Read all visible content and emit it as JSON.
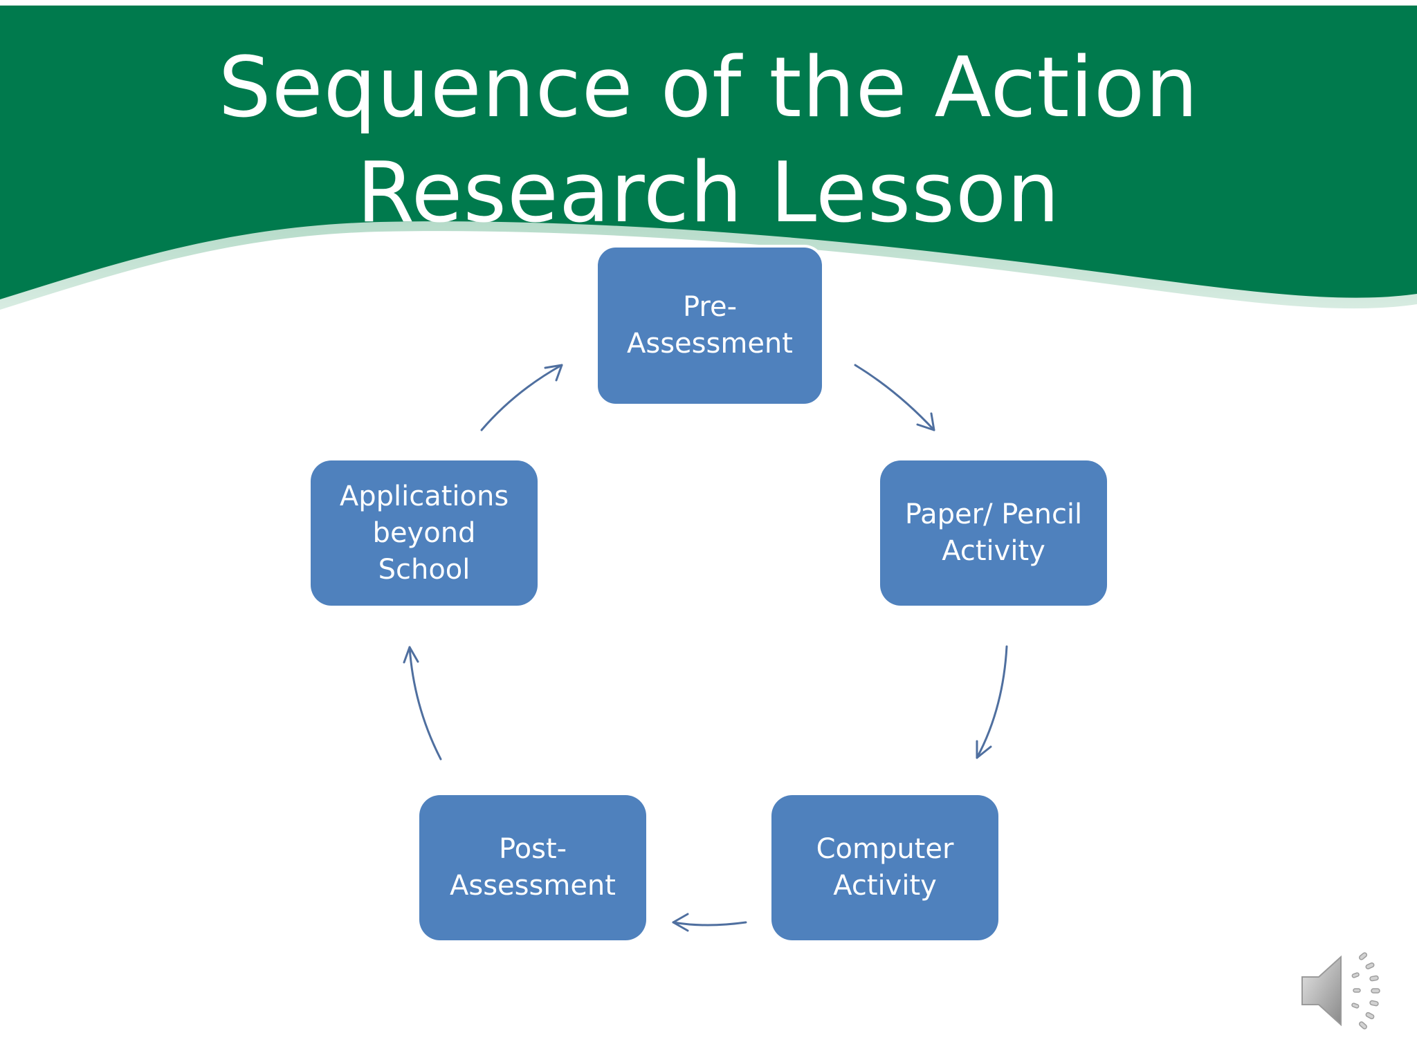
{
  "slide": {
    "title": "Sequence of the Action Research Lesson"
  },
  "cycle": {
    "nodes": [
      {
        "label": "Pre- Assessment"
      },
      {
        "label": "Paper/ Pencil Activity"
      },
      {
        "label": "Computer Activity"
      },
      {
        "label": "Post- Assessment"
      },
      {
        "label": "Applications beyond School"
      }
    ]
  },
  "colors": {
    "banner": "#007a4d",
    "node_fill": "#4f81bd",
    "arrow": "#4f6f9f"
  },
  "icons": {
    "audio": "speaker-icon"
  }
}
